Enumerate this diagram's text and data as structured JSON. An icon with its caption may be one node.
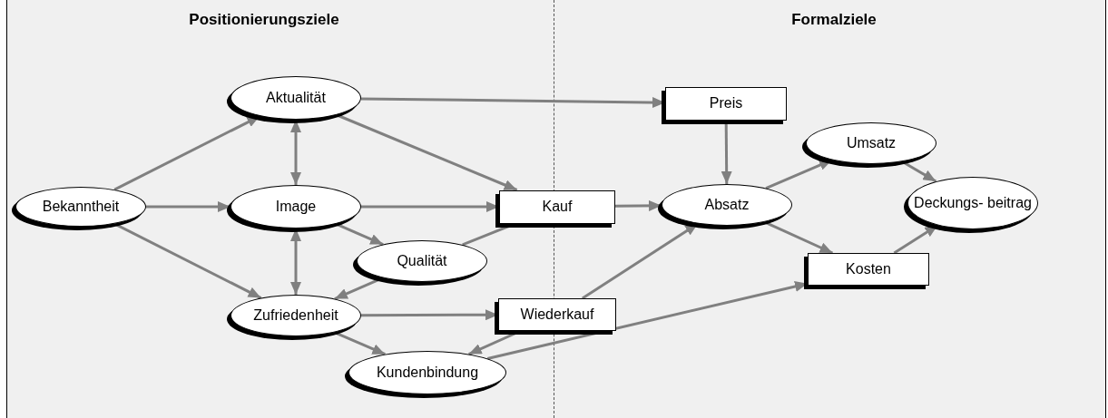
{
  "diagram": {
    "nodes": [
      {
        "text": [
          "Bekanntheit"
        ]
      },
      {
        "text": [
          "Aktualität"
        ]
      },
      {
        "text": [
          "Image"
        ]
      },
      {
        "text": [
          "Qualität"
        ]
      },
      {
        "text": [
          "Zufriedenheit"
        ]
      },
      {
        "text": [
          "Kundenbindung"
        ]
      },
      {
        "text": [
          "Preis"
        ]
      },
      {
        "text": [
          "Kauf"
        ]
      },
      {
        "text": [
          "Wiederkauf"
        ]
      },
      {
        "text": [
          "Absatz"
        ]
      },
      {
        "text": [
          "Umsatz"
        ]
      },
      {
        "text": [
          "Kosten"
        ]
      },
      {
        "text": [
          "Deckungs- beitrag"
        ]
      }
    ],
    "edges": [
      {
        "from": 0,
        "to": 1,
        "arrow": "to"
      },
      {
        "from": 0,
        "to": 2,
        "arrow": "to"
      },
      {
        "from": 0,
        "to": 4,
        "arrow": "to"
      },
      {
        "from": 1,
        "to": 2,
        "arrow": "both"
      },
      {
        "from": 2,
        "to": 4,
        "arrow": "both"
      },
      {
        "from": 1,
        "to": 6,
        "arrow": "to"
      },
      {
        "from": 1,
        "to": 7,
        "arrow": "to"
      },
      {
        "from": 2,
        "to": 7,
        "arrow": "to"
      },
      {
        "from": 2,
        "to": 3,
        "arrow": "to"
      },
      {
        "from": 3,
        "to": 4,
        "arrow": "to"
      },
      {
        "from": 3,
        "to": 7,
        "arrow": "none"
      },
      {
        "from": 4,
        "to": 8,
        "arrow": "to"
      },
      {
        "from": 4,
        "to": 5,
        "arrow": "to"
      },
      {
        "from": 8,
        "to": 5,
        "arrow": "to"
      },
      {
        "from": 5,
        "to": 11,
        "arrow": "to"
      },
      {
        "from": 7,
        "to": 9,
        "arrow": "to"
      },
      {
        "from": 8,
        "to": 9,
        "arrow": "to"
      },
      {
        "from": 6,
        "to": 9,
        "arrow": "to"
      },
      {
        "from": 9,
        "to": 10,
        "arrow": "to"
      },
      {
        "from": 9,
        "to": 11,
        "arrow": "to"
      },
      {
        "from": 10,
        "to": 12,
        "arrow": "to"
      },
      {
        "from": 11,
        "to": 12,
        "arrow": "to"
      }
    ],
    "labels": [
      "Positionierungsziele",
      "Formalziele"
    ]
  }
}
